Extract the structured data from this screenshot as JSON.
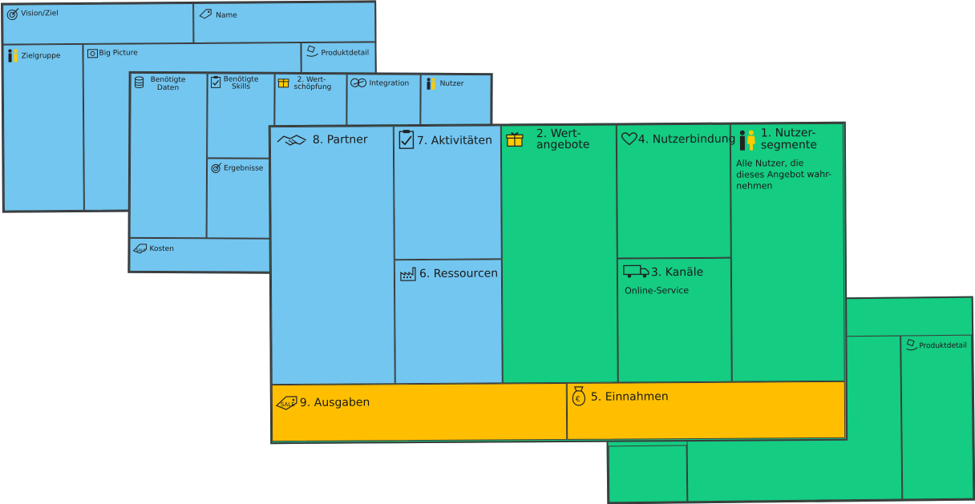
{
  "colors": {
    "blue": "#73c6f0",
    "green": "#14cc82",
    "orange": "#ffbf00",
    "ink": "#3a3a3a",
    "yellow_icon": "#ffcc00"
  },
  "back_canvas": {
    "vision": "Vision/Ziel",
    "name": "Name",
    "zielgruppe": "Zielgruppe",
    "big_picture": "Big Picture",
    "produktdetail": "Produktdetail"
  },
  "mid_canvas": {
    "benoetigte_daten_1": "Benötigte",
    "benoetigte_daten_2": "Daten",
    "benoetigte_skills_1": "Benötigte",
    "benoetigte_skills_2": "Skills",
    "wertschoepfung_1": "2. Wert-",
    "wertschoepfung_2": "schöpfung",
    "integration": "Integration",
    "nutzer": "Nutzer",
    "ergebnisse": "Ergebnisse",
    "kosten": "Kosten"
  },
  "main_canvas": {
    "partner": "8. Partner",
    "aktivitaeten": "7. Aktivitäten",
    "ressourcen": "6. Ressourcen",
    "wertangebote_1": "2. Wert-",
    "wertangebote_2": "angebote",
    "nutzerbindung": "4. Nutzerbindung",
    "kanaele": "3. Kanäle",
    "kanaele_text": "Online-Service",
    "nutzersegmente_1": "1. Nutzer-",
    "nutzersegmente_2": "segmente",
    "nutzersegmente_text_1": "Alle Nutzer, die",
    "nutzersegmente_text_2": "dieses Angebot wahr-",
    "nutzersegmente_text_3": "nehmen",
    "ausgaben": "9. Ausgaben",
    "einnahmen": "5. Einnahmen"
  },
  "green_canvas": {
    "produktdetail": "Produktdetail"
  },
  "icons": [
    "target-icon",
    "tag-icon",
    "people-icon",
    "picture-icon",
    "product-hand-icon",
    "database-icon",
    "clipboard-check-icon",
    "gift-icon",
    "link-icon",
    "person-icon",
    "sale-tag-icon",
    "handshake-icon",
    "factory-icon",
    "heart-icon",
    "truck-icon",
    "money-bag-icon"
  ]
}
